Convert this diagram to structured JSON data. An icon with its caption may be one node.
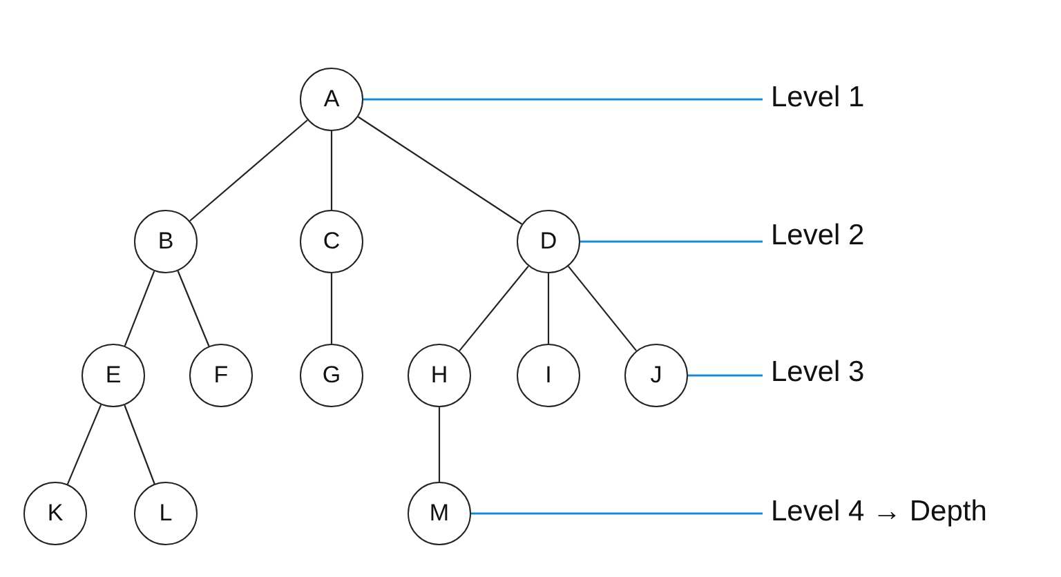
{
  "diagram": {
    "nodes": [
      {
        "text": [
          "A"
        ]
      },
      {
        "text": [
          "B"
        ]
      },
      {
        "text": [
          "C"
        ]
      },
      {
        "text": [
          "D"
        ]
      },
      {
        "text": [
          "E"
        ]
      },
      {
        "text": [
          "F"
        ]
      },
      {
        "text": [
          "G"
        ]
      },
      {
        "text": [
          "H"
        ]
      },
      {
        "text": [
          "I"
        ]
      },
      {
        "text": [
          "J"
        ]
      },
      {
        "text": [
          "K"
        ]
      },
      {
        "text": [
          "L"
        ]
      },
      {
        "text": [
          "M"
        ]
      },
      {
        "text": [
          "Level 1"
        ]
      },
      {
        "text": [
          "Level 2"
        ]
      },
      {
        "text": [
          "Level 3"
        ]
      },
      {
        "text": [
          "Level 4 → Depth"
        ]
      }
    ],
    "edges": [
      {
        "from": 0,
        "to": 1,
        "arrow": "none"
      },
      {
        "from": 0,
        "to": 2,
        "arrow": "none"
      },
      {
        "from": 0,
        "to": 3,
        "arrow": "none"
      },
      {
        "from": 1,
        "to": 4,
        "arrow": "none"
      },
      {
        "from": 1,
        "to": 5,
        "arrow": "none"
      },
      {
        "from": 2,
        "to": 6,
        "arrow": "none"
      },
      {
        "from": 3,
        "to": 7,
        "arrow": "none"
      },
      {
        "from": 3,
        "to": 8,
        "arrow": "none"
      },
      {
        "from": 3,
        "to": 9,
        "arrow": "none"
      },
      {
        "from": 4,
        "to": 10,
        "arrow": "none"
      },
      {
        "from": 4,
        "to": 11,
        "arrow": "none"
      },
      {
        "from": 7,
        "to": 12,
        "arrow": "none"
      },
      {
        "from": 0,
        "to": 13,
        "arrow": "none",
        "color": "#1a8ad0"
      },
      {
        "from": 3,
        "to": 14,
        "arrow": "none",
        "color": "#1a8ad0"
      },
      {
        "from": 9,
        "to": 15,
        "arrow": "none",
        "color": "#1a8ad0"
      },
      {
        "from": 12,
        "to": 16,
        "arrow": "none",
        "color": "#1a8ad0"
      }
    ]
  }
}
